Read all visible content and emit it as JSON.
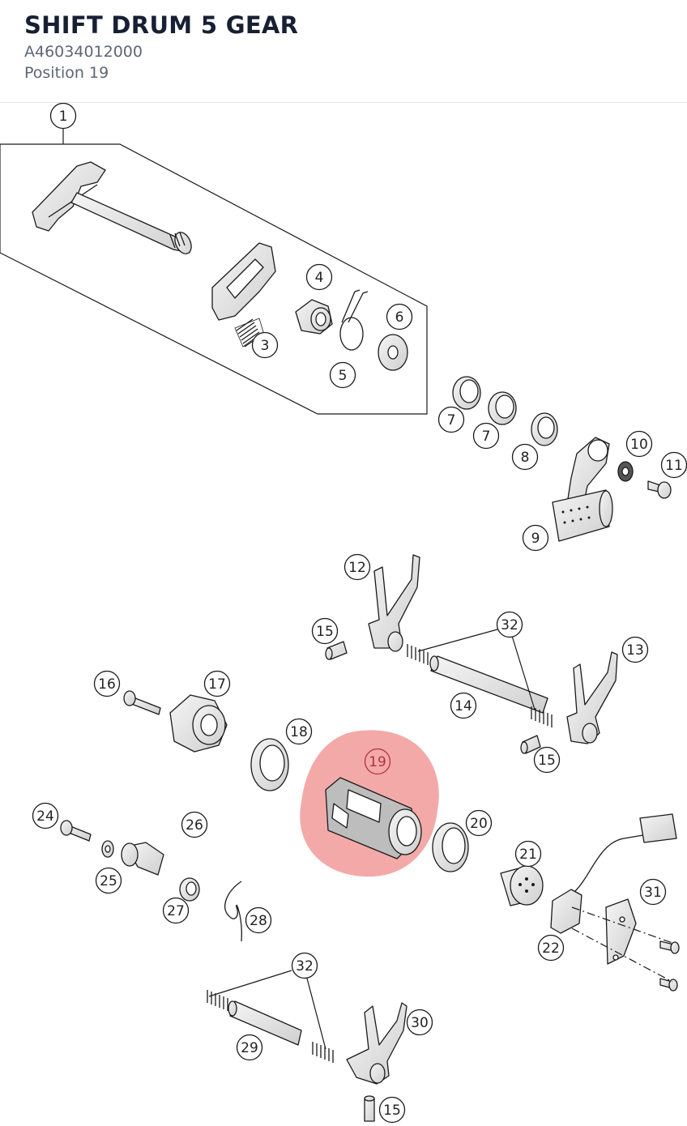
{
  "header": {
    "title": "SHIFT DRUM 5 GEAR",
    "part_number": "A46034012000",
    "position": "Position 19"
  },
  "colors": {
    "highlight": "#f08c8c",
    "line": "#1a1a1a",
    "title": "#172033",
    "subtext": "#5d6675"
  },
  "callouts": [
    {
      "id": "c1",
      "label": "1"
    },
    {
      "id": "c3",
      "label": "3"
    },
    {
      "id": "c4",
      "label": "4"
    },
    {
      "id": "c5",
      "label": "5"
    },
    {
      "id": "c6",
      "label": "6"
    },
    {
      "id": "c7a",
      "label": "7"
    },
    {
      "id": "c7b",
      "label": "7"
    },
    {
      "id": "c8",
      "label": "8"
    },
    {
      "id": "c9",
      "label": "9"
    },
    {
      "id": "c10",
      "label": "10"
    },
    {
      "id": "c11",
      "label": "11"
    },
    {
      "id": "c12",
      "label": "12"
    },
    {
      "id": "c13",
      "label": "13"
    },
    {
      "id": "c14",
      "label": "14"
    },
    {
      "id": "c15a",
      "label": "15"
    },
    {
      "id": "c15b",
      "label": "15"
    },
    {
      "id": "c15c",
      "label": "15"
    },
    {
      "id": "c16",
      "label": "16"
    },
    {
      "id": "c17",
      "label": "17"
    },
    {
      "id": "c18",
      "label": "18"
    },
    {
      "id": "c19",
      "label": "19",
      "highlighted": true
    },
    {
      "id": "c20",
      "label": "20"
    },
    {
      "id": "c21",
      "label": "21"
    },
    {
      "id": "c22",
      "label": "22"
    },
    {
      "id": "c24",
      "label": "24"
    },
    {
      "id": "c25",
      "label": "25"
    },
    {
      "id": "c26",
      "label": "26"
    },
    {
      "id": "c27",
      "label": "27"
    },
    {
      "id": "c28",
      "label": "28"
    },
    {
      "id": "c29",
      "label": "29"
    },
    {
      "id": "c30",
      "label": "30"
    },
    {
      "id": "c31",
      "label": "31"
    },
    {
      "id": "c32a",
      "label": "32"
    },
    {
      "id": "c32b",
      "label": "32"
    }
  ]
}
